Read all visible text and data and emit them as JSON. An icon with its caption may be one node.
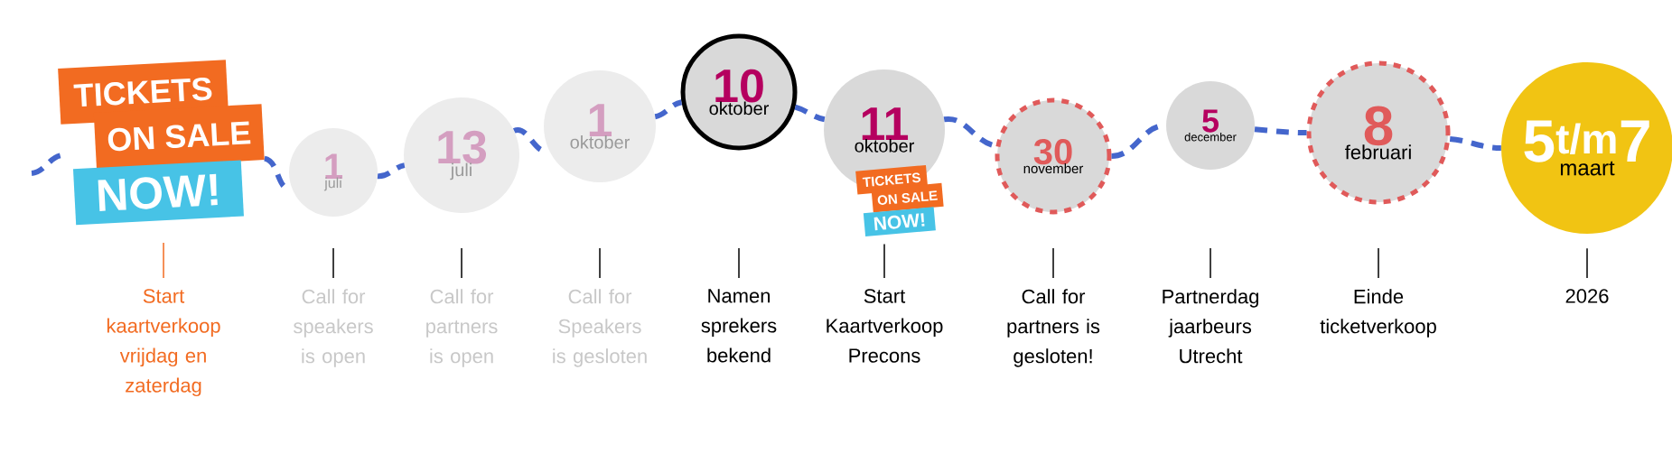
{
  "diagram": {
    "nodes": [
      {
        "text": [
          "TICKETS",
          "ON SALE",
          "NOW!"
        ]
      },
      {
        "text": [
          "1",
          "juli"
        ]
      },
      {
        "text": [
          "13",
          "juli"
        ]
      },
      {
        "text": [
          "1",
          "oktober"
        ]
      },
      {
        "text": [
          "10",
          "oktober"
        ]
      },
      {
        "text": [
          "11",
          "oktober"
        ]
      },
      {
        "text": [
          "30",
          "november"
        ]
      },
      {
        "text": [
          "5",
          "december"
        ]
      },
      {
        "text": [
          "8",
          "februari"
        ]
      },
      {
        "text": [
          "5$^{t/m}$7",
          "maart"
        ]
      },
      {
        "text": [
          "TICKETS",
          "ON SALE",
          "NOW!"
        ]
      },
      {
        "text": [
          "Start kaartverkoop vrijdag en zaterdag"
        ]
      },
      {
        "text": [
          "Call for speakers is open"
        ]
      },
      {
        "text": [
          "Call for partners is open"
        ]
      },
      {
        "text": [
          "Call for Speakers is gesloten"
        ]
      },
      {
        "text": [
          "Namen sprekers bekend"
        ]
      },
      {
        "text": [
          "Start Kaartverkoop Precons"
        ]
      },
      {
        "text": [
          "Call for partners is gesloten!"
        ]
      },
      {
        "text": [
          "Partnerdag jaarbeurs Utrecht"
        ]
      },
      {
        "text": [
          "Einde ticketverkoop"
        ]
      },
      {
        "text": [
          "2026"
        ]
      }
    ],
    "edges": [
      {
        "from": null,
        "to": 0,
        "arrow": "none",
        "style": "dashed",
        "color": "#4466cc"
      },
      {
        "from": 0,
        "to": 1,
        "arrow": "none",
        "style": "dashed",
        "color": "#4466cc"
      },
      {
        "from": 1,
        "to": 2,
        "arrow": "none",
        "style": "dashed",
        "color": "#4466cc"
      },
      {
        "from": 2,
        "to": 3,
        "arrow": "none",
        "style": "dashed",
        "color": "#4466cc"
      },
      {
        "from": 3,
        "to": 4,
        "arrow": "none",
        "style": "dashed",
        "color": "#4466cc"
      },
      {
        "from": 4,
        "to": 5,
        "arrow": "none",
        "style": "dashed",
        "color": "#4466cc"
      },
      {
        "from": 5,
        "to": 6,
        "arrow": "none",
        "style": "dashed",
        "color": "#4466cc"
      },
      {
        "from": 6,
        "to": 7,
        "arrow": "none",
        "style": "dashed",
        "color": "#4466cc"
      },
      {
        "from": 7,
        "to": 8,
        "arrow": "none",
        "style": "dashed",
        "color": "#4466cc"
      },
      {
        "from": 8,
        "to": 9,
        "arrow": "none",
        "style": "dashed",
        "color": "#4466cc"
      },
      {
        "from": 11,
        "to": 0,
        "arrow": "none",
        "color": "#f26b21"
      },
      {
        "from": 12,
        "to": null,
        "arrow": "none",
        "color": "#000000"
      },
      {
        "from": 13,
        "to": null,
        "arrow": "none",
        "color": "#000000"
      },
      {
        "from": 14,
        "to": null,
        "arrow": "none",
        "color": "#000000"
      },
      {
        "from": 15,
        "to": null,
        "arrow": "none",
        "color": "#000000"
      },
      {
        "from": 16,
        "to": 10,
        "arrow": "none",
        "color": "#000000"
      },
      {
        "from": 17,
        "to": null,
        "arrow": "none",
        "color": "#000000"
      },
      {
        "from": 18,
        "to": null,
        "arrow": "none",
        "color": "#000000"
      },
      {
        "from": 19,
        "to": null,
        "arrow": "none",
        "color": "#000000"
      },
      {
        "from": 20,
        "to": 9,
        "arrow": "none",
        "color": "#000000"
      }
    ]
  }
}
